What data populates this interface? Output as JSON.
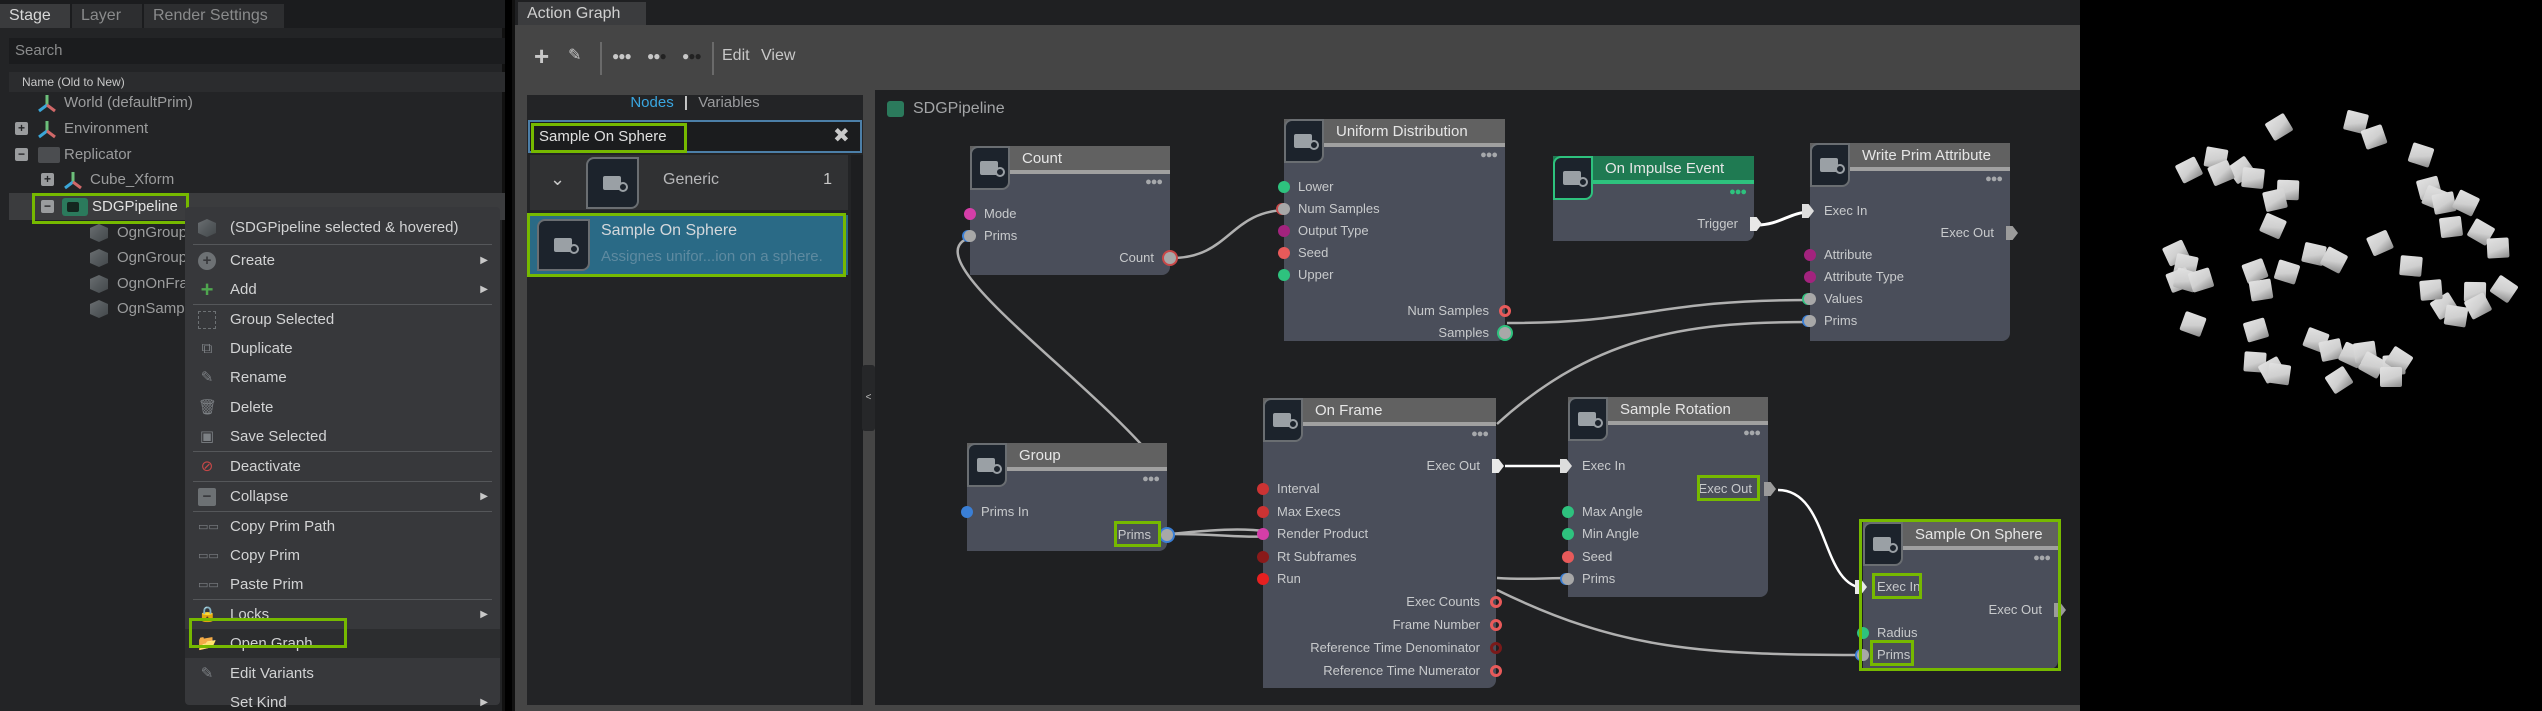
{
  "stage": {
    "tabs": [
      "Stage",
      "Layer",
      "Render Settings"
    ],
    "active_tab": "Stage",
    "search_placeholder": "Search",
    "column_header": "Name (Old to New)",
    "tree": [
      {
        "label": "World (defaultPrim)",
        "icon": "xform-icon",
        "expander": null
      },
      {
        "label": "Environment",
        "icon": "xform-icon",
        "expander": "+"
      },
      {
        "label": "Replicator",
        "icon": "folder-icon",
        "expander": "−"
      },
      {
        "label": "Cube_Xform",
        "icon": "xform-icon",
        "expander": "+"
      },
      {
        "label": "SDGPipeline",
        "icon": "graph-icon",
        "expander": "−",
        "selected": true
      },
      {
        "label": "OgnGroup",
        "icon": "prim-cube-icon",
        "expander": null
      },
      {
        "label": "OgnGroup",
        "icon": "prim-cube-icon",
        "expander": null
      },
      {
        "label": "OgnOnFra",
        "icon": "prim-cube-icon",
        "expander": null
      },
      {
        "label": "OgnSamp",
        "icon": "prim-cube-icon",
        "expander": null
      }
    ]
  },
  "context_menu": {
    "header": "(SDGPipeline selected & hovered)",
    "items": [
      {
        "label": "Create",
        "icon": "plus-circle-icon",
        "submenu": true
      },
      {
        "label": "Add",
        "icon": "plus-icon",
        "submenu": true
      },
      {
        "label": "Group Selected",
        "icon": "group-icon",
        "submenu": false
      },
      {
        "label": "Duplicate",
        "icon": "duplicate-icon",
        "submenu": false
      },
      {
        "label": "Rename",
        "icon": "pencil-icon",
        "submenu": false
      },
      {
        "label": "Delete",
        "icon": "trash-icon",
        "submenu": false
      },
      {
        "label": "Save Selected",
        "icon": "save-icon",
        "submenu": false
      },
      {
        "label": "Deactivate",
        "icon": "deactivate-icon",
        "submenu": false
      },
      {
        "label": "Collapse",
        "icon": "collapse-icon",
        "submenu": true
      },
      {
        "label": "Copy Prim Path",
        "icon": "link-icon",
        "submenu": false
      },
      {
        "label": "Copy Prim",
        "icon": "link-icon",
        "submenu": false
      },
      {
        "label": "Paste Prim",
        "icon": "link-icon",
        "submenu": false
      },
      {
        "label": "Locks",
        "icon": "lock-icon",
        "submenu": true
      },
      {
        "label": "Open Graph",
        "icon": "folder-open-icon",
        "submenu": false,
        "highlighted": true
      },
      {
        "label": "Edit Variants",
        "icon": "pencil-icon",
        "submenu": false
      },
      {
        "label": "Set Kind",
        "icon": null,
        "submenu": true
      }
    ]
  },
  "action_graph": {
    "tab_label": "Action Graph",
    "toolbar": {
      "edit_label": "Edit",
      "view_label": "View"
    },
    "library": {
      "tabs": [
        "Nodes",
        "Variables"
      ],
      "active_tab": "Nodes",
      "search_value": "Sample On Sphere",
      "category": {
        "label": "Generic",
        "count": "1"
      },
      "result": {
        "title": "Sample On Sphere",
        "description": "Assignes unifor...ion on a sphere."
      }
    },
    "canvas_title": "SDGPipeline",
    "nodes": {
      "count": {
        "title": "Count",
        "inputs": [
          "Mode",
          "Prims"
        ],
        "outputs": [
          "Count"
        ]
      },
      "uniform": {
        "title": "Uniform Distribution",
        "inputs": [
          "Lower",
          "Num Samples",
          "Output Type",
          "Seed",
          "Upper"
        ],
        "outputs": [
          "Num Samples",
          "Samples"
        ]
      },
      "impulse": {
        "title": "On Impulse Event",
        "outputs": [
          "Trigger"
        ]
      },
      "write": {
        "title": "Write Prim Attribute",
        "inputs": [
          "Exec In",
          "Attribute",
          "Attribute Type",
          "Values",
          "Prims"
        ],
        "outputs": [
          "Exec Out"
        ]
      },
      "group": {
        "title": "Group",
        "inputs": [
          "Prims In"
        ],
        "outputs": [
          "Prims"
        ]
      },
      "onframe": {
        "title": "On Frame",
        "inputs": [
          "Interval",
          "Max Execs",
          "Render Product",
          "Rt Subframes",
          "Run"
        ],
        "outputs": [
          "Exec Out",
          "Exec Counts",
          "Frame Number",
          "Reference Time Denominator",
          "Reference Time Numerator"
        ]
      },
      "rotation": {
        "title": "Sample Rotation",
        "inputs": [
          "Exec In",
          "Max Angle",
          "Min Angle",
          "Seed",
          "Prims"
        ],
        "outputs": [
          "Exec Out"
        ]
      },
      "sphere": {
        "title": "Sample On Sphere",
        "inputs": [
          "Exec In",
          "Radius",
          "Prims"
        ],
        "outputs": [
          "Exec Out"
        ]
      }
    }
  },
  "colors": {
    "highlight": "#76b900",
    "accent_blue": "#3aa6e0",
    "event_green": "#2ec27e"
  }
}
